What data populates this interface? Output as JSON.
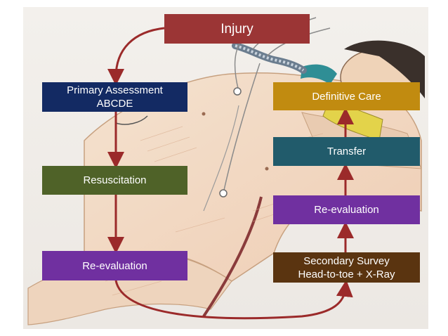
{
  "boxes": {
    "injury": "Injury",
    "primary_line1": "Primary Assessment",
    "primary_line2": "ABCDE",
    "resuscitation": "Resuscitation",
    "reevaluation_left": "Re-evaluation",
    "definitive_care": "Definitive Care",
    "transfer": "Transfer",
    "reevaluation_right": "Re-evaluation",
    "secondary_line1": "Secondary Survey",
    "secondary_line2": "Head-to-toe + X-Ray"
  },
  "colors": {
    "injury": "#9b3535",
    "primary": "#132a63",
    "resuscitation": "#4f6228",
    "reevaluation": "#7030a0",
    "definitive_care": "#c18b10",
    "transfer": "#215b6b",
    "secondary": "#5a3410",
    "arrow": "#9b2a2a"
  }
}
